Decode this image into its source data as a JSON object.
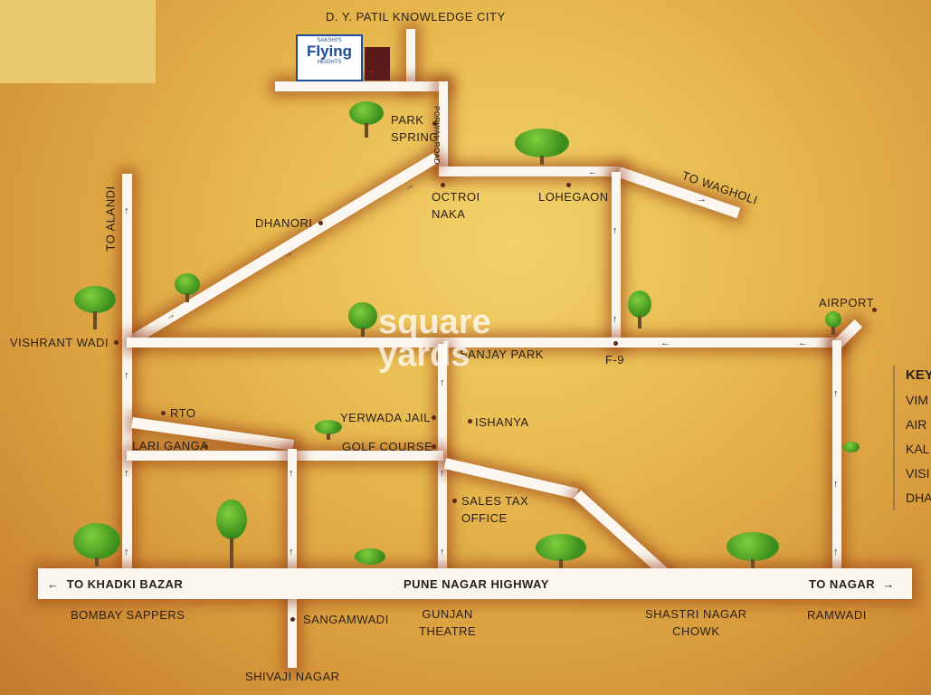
{
  "logo": {
    "top": "SAKSHI'S",
    "name": "Flying",
    "bottom": "HEIGHTS"
  },
  "watermark": {
    "line1": "square",
    "line2": "yards"
  },
  "key": {
    "title": "KEY",
    "items": [
      "VIM",
      "AIR",
      "KAL",
      "VISI",
      "DHA"
    ]
  },
  "places": {
    "dy_patil": "D. Y. PATIL KNOWLEDGE CITY",
    "park_spring_1": "PARK",
    "park_spring_2": "SPRING",
    "porwal_road": "PORWAL ROAD",
    "to_wagholi": "TO WAGHOLI",
    "octroi_1": "OCTROI",
    "octroi_2": "NAKA",
    "lohegaon": "LOHEGAON",
    "dhanori": "DHANORI",
    "to_alandi": "TO ALANDI",
    "airport": "AIRPORT",
    "vishrant_wadi": "VISHRANT WADI",
    "sanjay_park": "SANJAY PARK",
    "f9": "F-9",
    "rto": "RTO",
    "yerwada_jail": "YERWADA JAIL",
    "ishanya": "ISHANYA",
    "lari_ganga": "LARI GANGA",
    "golf_course": "GOLF COURSE",
    "sales_tax_1": "SALES TAX",
    "sales_tax_2": "OFFICE",
    "to_khadki": "TO KHADKI BAZAR",
    "highway": "PUNE NAGAR HIGHWAY",
    "to_nagar": "TO NAGAR",
    "bombay_sappers": "BOMBAY SAPPERS",
    "sangamwadi": "SANGAMWADI",
    "gunjan_1": "GUNJAN",
    "gunjan_2": "THEATRE",
    "shastri_1": "SHASTRI NAGAR",
    "shastri_2": "CHOWK",
    "ramwadi": "RAMWADI",
    "shivaji_nagar": "SHIVAJI NAGAR"
  },
  "colors": {
    "road": "#fbf7f0",
    "glow": "#963c14",
    "text": "#2b2017",
    "logo": "#1c4c9c"
  }
}
